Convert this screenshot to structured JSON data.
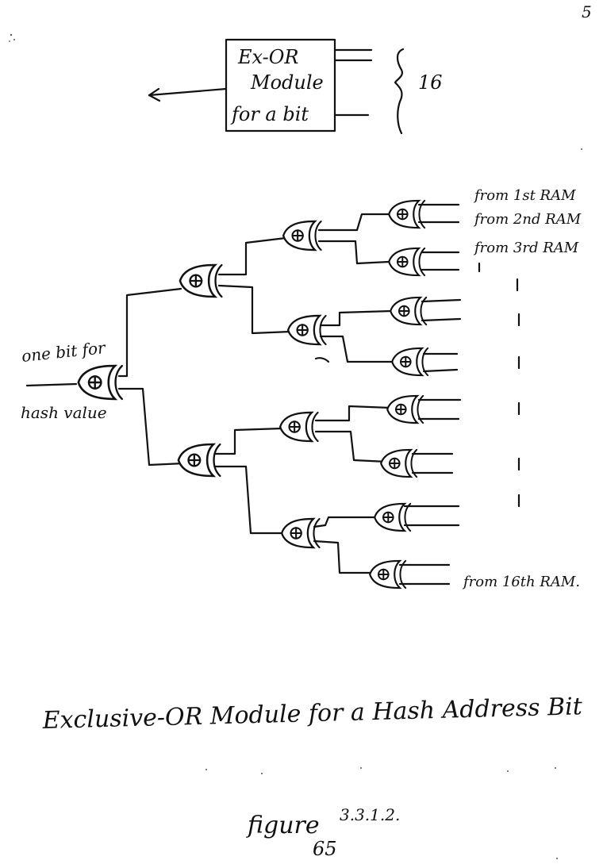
{
  "page": {
    "page_number": "5",
    "folio_number": "65"
  },
  "module_box": {
    "line1": "Ex-OR",
    "line2": "Module",
    "line3": "for a bit",
    "input_count": "16"
  },
  "labels": {
    "output_line1": "one bit for",
    "output_line2": "hash value",
    "input_1": "from 1st RAM",
    "input_2": "from 2nd RAM",
    "input_3": "from 3rd RAM",
    "input_16": "from 16th RAM."
  },
  "caption": "Exclusive-OR Module for a Hash Address Bit",
  "figure": {
    "word": "figure",
    "number": "3.3.1.2."
  },
  "gate_symbol": "xor-gate"
}
